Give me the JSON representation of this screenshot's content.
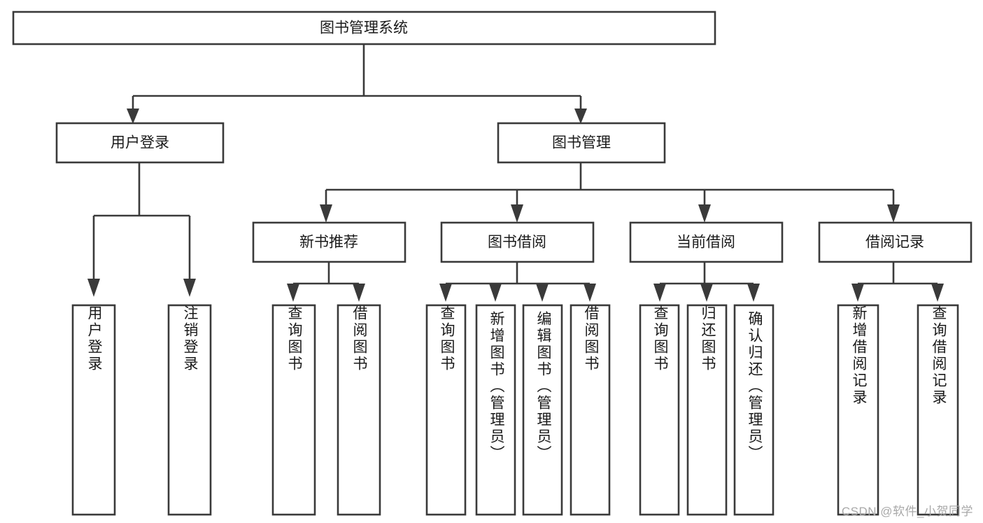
{
  "diagram": {
    "type": "hierarchy-tree",
    "title": "图书管理系统",
    "root": {
      "label": "图书管理系统",
      "level": 0
    },
    "level1": [
      {
        "label": "用户登录"
      },
      {
        "label": "图书管理"
      }
    ],
    "level2": [
      {
        "label": "新书推荐",
        "parent": "图书管理"
      },
      {
        "label": "图书借阅",
        "parent": "图书管理"
      },
      {
        "label": "当前借阅",
        "parent": "图书管理"
      },
      {
        "label": "借阅记录",
        "parent": "图书管理"
      }
    ],
    "leaves": {
      "user_login": [
        {
          "label": "用户登录"
        },
        {
          "label": "注销登录"
        }
      ],
      "new_book_recommend": [
        {
          "label": "查询图书"
        },
        {
          "label": "借阅图书"
        }
      ],
      "book_borrow": [
        {
          "label": "查询图书"
        },
        {
          "label": "新增图书（管理员）"
        },
        {
          "label": "编辑图书（管理员）"
        },
        {
          "label": "借阅图书"
        }
      ],
      "current_borrow": [
        {
          "label": "查询图书"
        },
        {
          "label": "归还图书"
        },
        {
          "label": "确认归还（管理员）"
        }
      ],
      "borrow_record": [
        {
          "label": "新增借阅记录"
        },
        {
          "label": "查询借阅记录"
        }
      ]
    }
  },
  "watermark": {
    "text": "CSDN @软件_小贺同学"
  },
  "colors": {
    "box_stroke": "#3a3a3a",
    "box_fill": "#ffffff",
    "text": "#1a1a1a",
    "connector": "#3a3a3a",
    "watermark": "#a8a8a8",
    "background": "#ffffff"
  }
}
